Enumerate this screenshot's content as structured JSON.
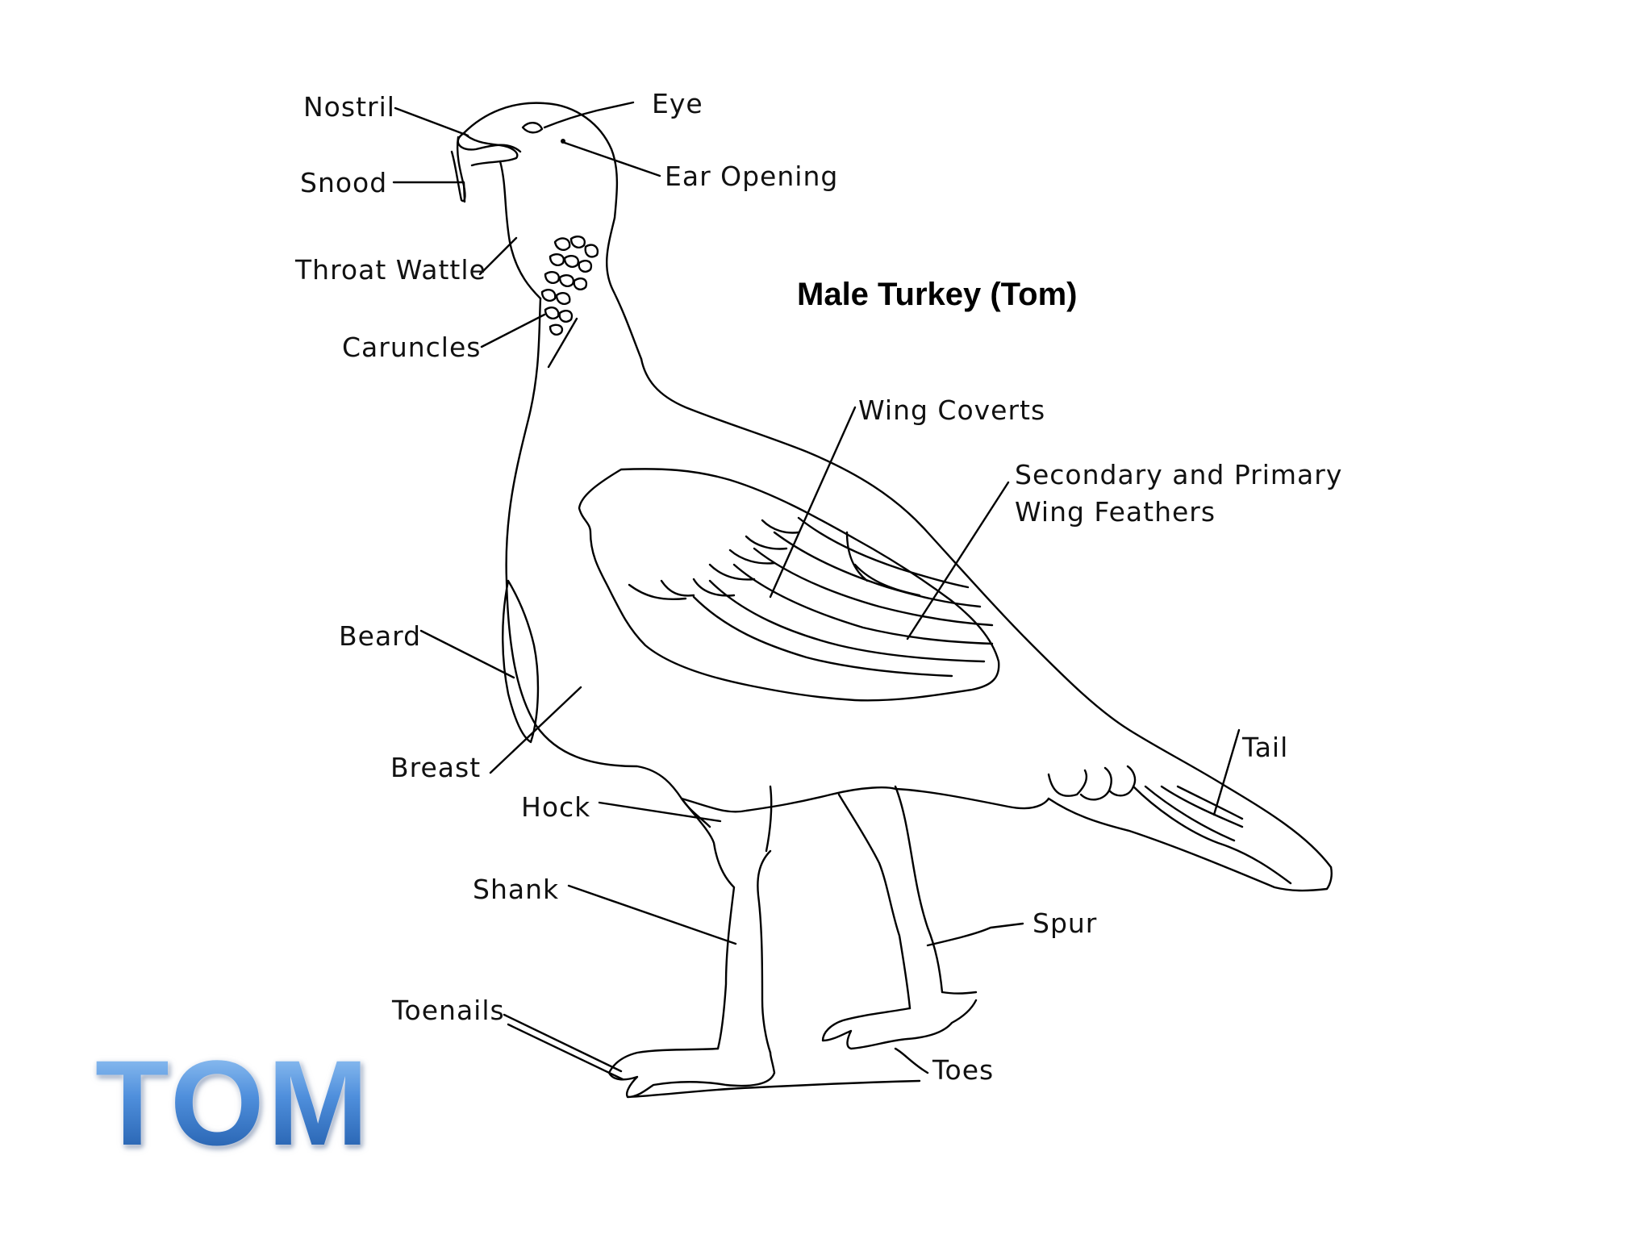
{
  "diagram": {
    "title": "Male Turkey (Tom)",
    "labels": {
      "nostril": "Nostril",
      "snood": "Snood",
      "throat_wattle": "Throat Wattle",
      "caruncles": "Caruncles",
      "eye": "Eye",
      "ear_opening": "Ear Opening",
      "wing_coverts": "Wing Coverts",
      "wing_feathers_line1": "Secondary and Primary",
      "wing_feathers_line2": "Wing Feathers",
      "beard": "Beard",
      "breast": "Breast",
      "hock": "Hock",
      "shank": "Shank",
      "toenails": "Toenails",
      "spur": "Spur",
      "toes": "Toes",
      "tail": "Tail"
    }
  },
  "slide": {
    "heading": "TOM",
    "colors": {
      "heading_top": "#9ecbf6",
      "heading_mid": "#4f8fdc",
      "heading_bottom": "#1f5aa8"
    }
  }
}
